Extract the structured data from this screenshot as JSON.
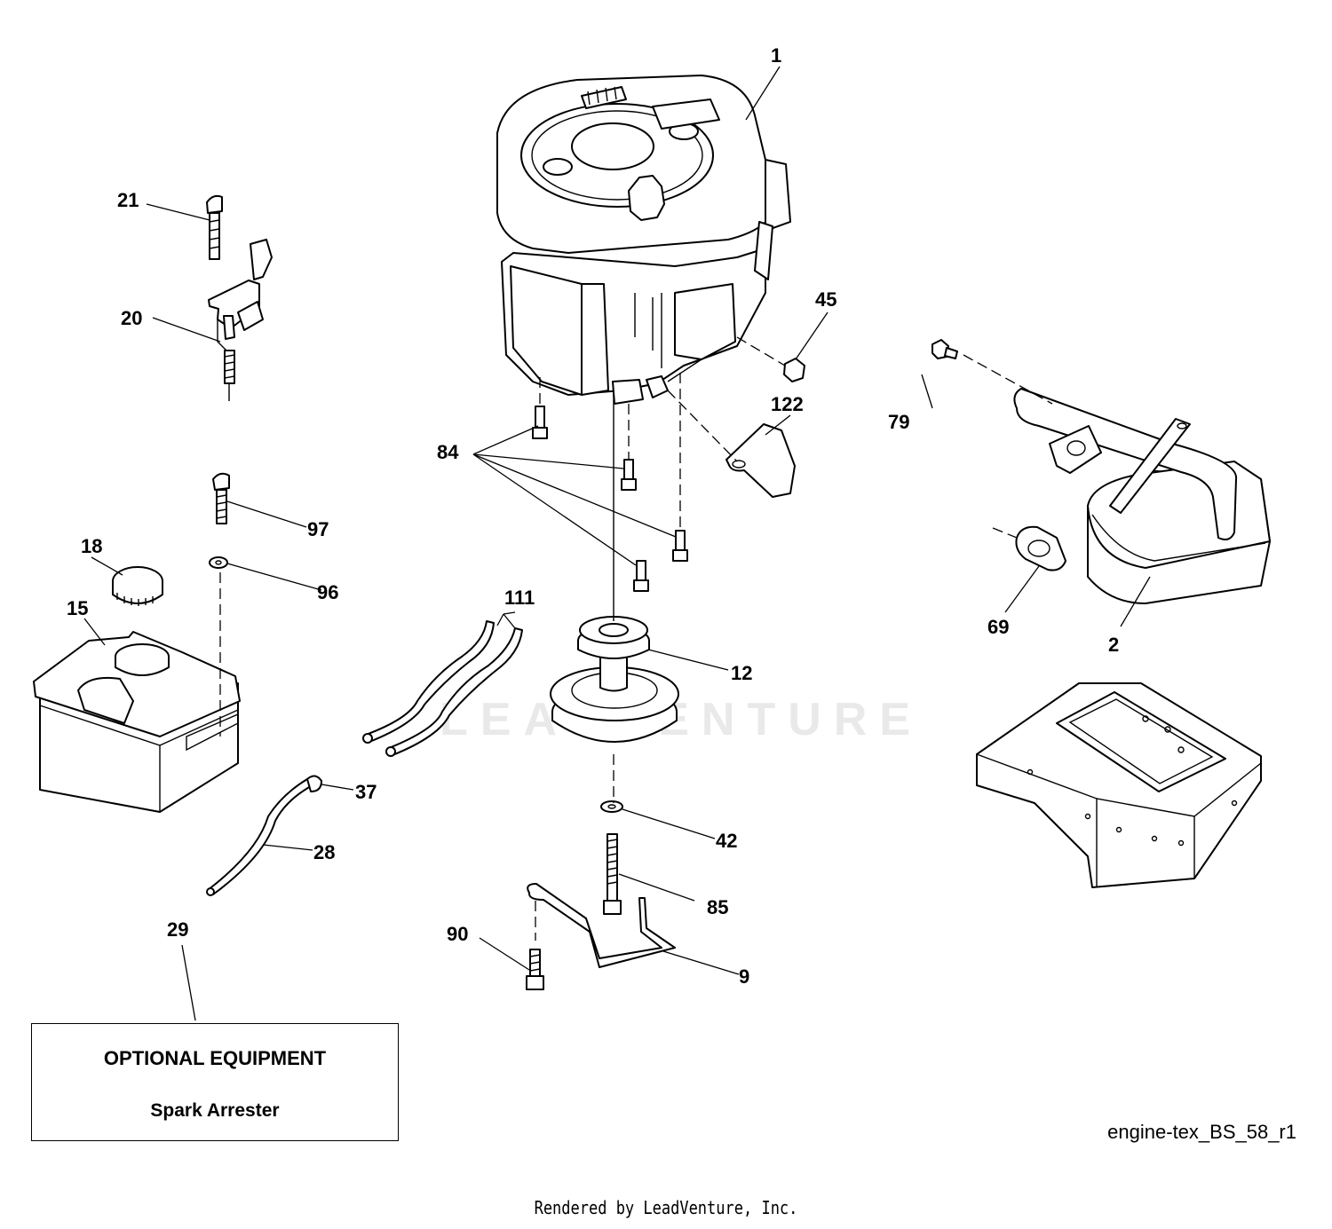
{
  "watermark": "LEADVENTURE",
  "callouts": [
    {
      "id": "1",
      "label": "1"
    },
    {
      "id": "2",
      "label": "2"
    },
    {
      "id": "9",
      "label": "9"
    },
    {
      "id": "12",
      "label": "12"
    },
    {
      "id": "15",
      "label": "15"
    },
    {
      "id": "18",
      "label": "18"
    },
    {
      "id": "20",
      "label": "20"
    },
    {
      "id": "21",
      "label": "21"
    },
    {
      "id": "28",
      "label": "28"
    },
    {
      "id": "29",
      "label": "29"
    },
    {
      "id": "37",
      "label": "37"
    },
    {
      "id": "42",
      "label": "42"
    },
    {
      "id": "45",
      "label": "45"
    },
    {
      "id": "69",
      "label": "69"
    },
    {
      "id": "79",
      "label": "79"
    },
    {
      "id": "84",
      "label": "84"
    },
    {
      "id": "85",
      "label": "85"
    },
    {
      "id": "90",
      "label": "90"
    },
    {
      "id": "96",
      "label": "96"
    },
    {
      "id": "97",
      "label": "97"
    },
    {
      "id": "111",
      "label": "111"
    },
    {
      "id": "122",
      "label": "122"
    }
  ],
  "optional_box": {
    "title": "OPTIONAL EQUIPMENT",
    "item": "Spark Arrester"
  },
  "drawing_id": "engine-tex_BS_58_r1",
  "footer": "Rendered by LeadVenture, Inc."
}
